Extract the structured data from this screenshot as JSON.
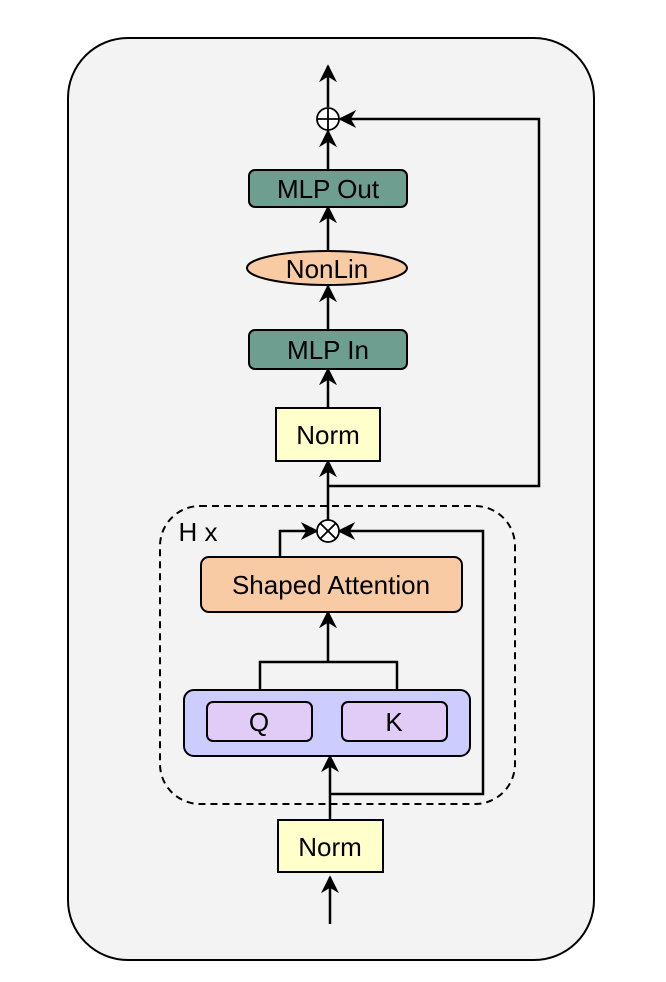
{
  "diagram": {
    "output_norm_label": "Norm",
    "mlp_out_label": "MLP Out",
    "nonlin_label": "NonLin",
    "mlp_in_label": "MLP In",
    "input_norm_label": "Norm",
    "repeat_label": "H x",
    "attention_label": "Shaped Attention",
    "query_label": "Q",
    "key_label": "K",
    "add_symbol": "⊕",
    "multiply_symbol": "⊗"
  },
  "colors": {
    "panel_fill": "#f3f3f3",
    "norm_fill": "#ffffcc",
    "mlp_fill": "#6d9e8f",
    "nonlin_fill": "#f8cba5",
    "attention_fill": "#f8cba5",
    "qk_container_fill": "#ccccff",
    "qk_box_fill": "#e1ccf8"
  }
}
